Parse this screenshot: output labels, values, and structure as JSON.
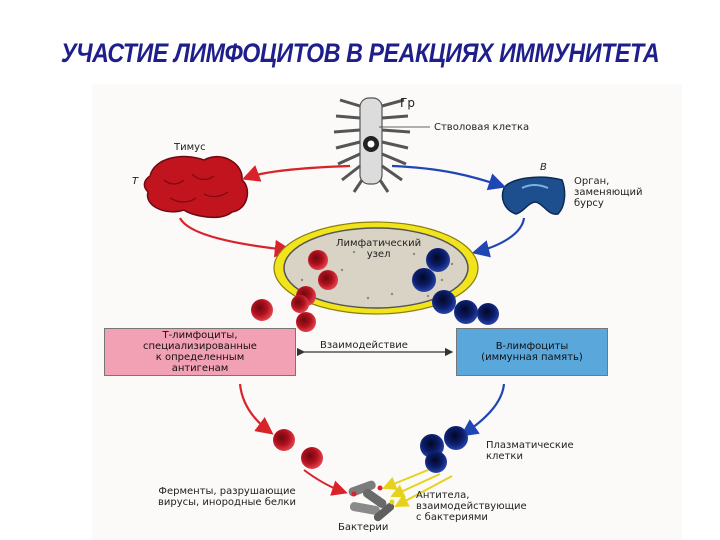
{
  "slide": {
    "title": "УЧАСТИЕ ЛИМФОЦИТОВ В РЕАКЦИЯХ ИММУНИТЕТА"
  },
  "diagram": {
    "bone_marrow_label": "Гр",
    "stem_cell_label": "Стволовая клетка",
    "thymus_label": "Тимус",
    "t_marker": "Т",
    "b_marker": "В",
    "bursa_label": "Орган,\nзаменяющий\nбурсу",
    "lymph_node_label": "Лимфатический\nузел",
    "t_box": "Т-лимфоциты,\nспециализированные\nк определенным\nантигенам",
    "interaction_label": "Взаимодействие",
    "b_box": "В-лимфоциты\n(иммунная память)",
    "plasma_cells_label": "Плазматические\nклетки",
    "enzymes_label": "Ферменты, разрушающие\nвирусы, инородные белки",
    "antibodies_label": "Антитела,\nвзаимодействующие\nс бактериями",
    "bacteria_label": "Бактерии"
  },
  "colors": {
    "title": "#1f1f8c",
    "t_cell": "#b0101c",
    "b_cell": "#0c1e6e",
    "t_box_fill": "#f2a0b4",
    "b_box_fill": "#5aa7dc",
    "thymus": "#c2141f",
    "bursa": "#1d4f8f",
    "node_ring": "#f2e41c",
    "t_arrow": "#d8232a",
    "b_arrow": "#1f46b4",
    "antibody_arrow": "#e6d21a"
  }
}
